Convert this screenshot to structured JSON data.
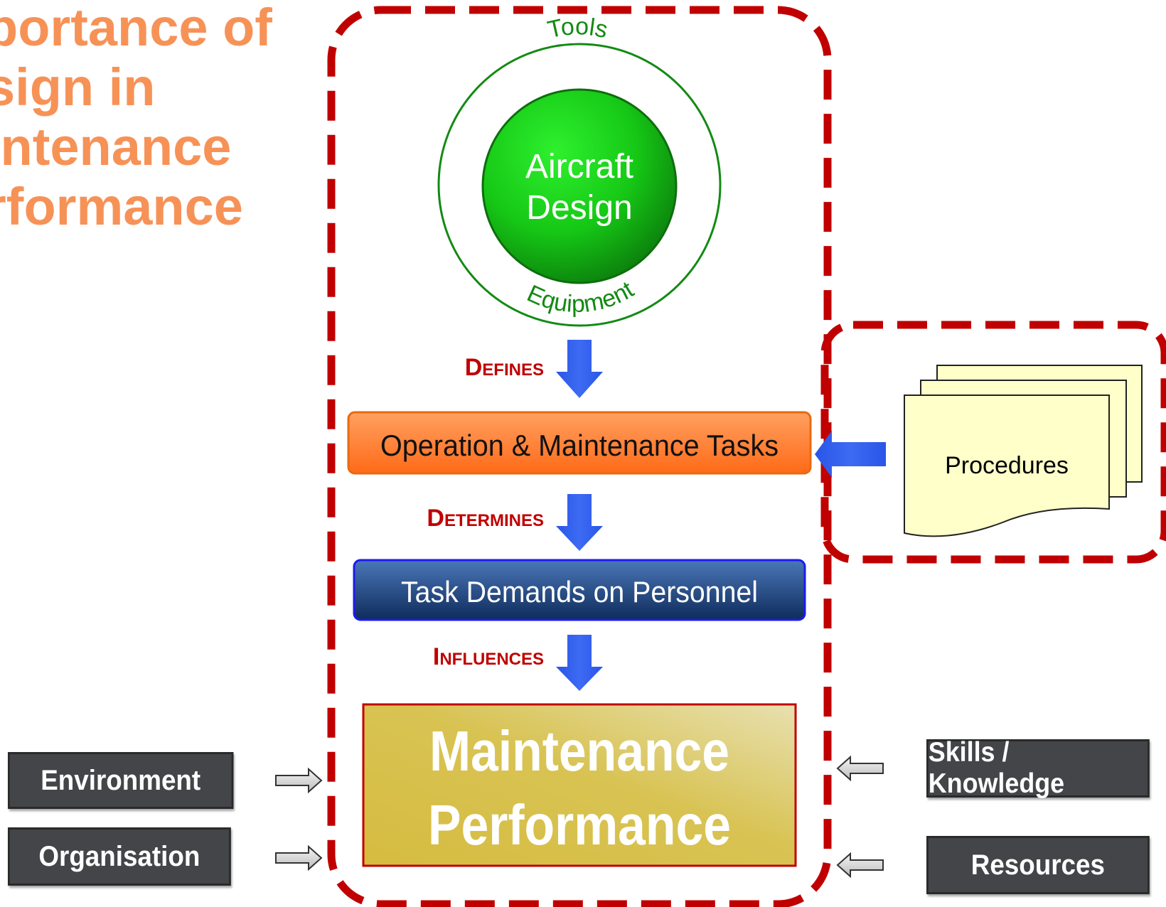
{
  "title_lines": [
    "portance of",
    "sign in",
    "intenance",
    "rformance"
  ],
  "center": {
    "circle_top_label": "Tools",
    "circle_bottom_label": "Equipment",
    "core_line1": "Aircraft",
    "core_line2": "Design",
    "verb_defines": "Defines",
    "tasks_box": "Operation & Maintenance Tasks",
    "verb_determines": "Determines",
    "demands_box": "Task Demands on Personnel",
    "verb_influences": "Influences",
    "performance_line1": "Maintenance",
    "performance_line2": "Performance"
  },
  "procedures": {
    "label": "Procedures"
  },
  "left_factors": [
    "Environment",
    "Organisation"
  ],
  "right_factors": [
    "Skills / Knowledge",
    "Resources"
  ],
  "colors": {
    "title": "#F79257",
    "dashed_border": "#C00000",
    "verb": "#C00000",
    "arrow_blue": "#2E5BEA",
    "core_green": "#1ec21e",
    "ring_green": "#138A13",
    "tasks_orange": "#FF7A2E",
    "demands_blue": "#1F4A86",
    "performance_gold": "#D4BD4A",
    "factor_box": "#444548",
    "procedures_fill": "#FFFFC9"
  }
}
